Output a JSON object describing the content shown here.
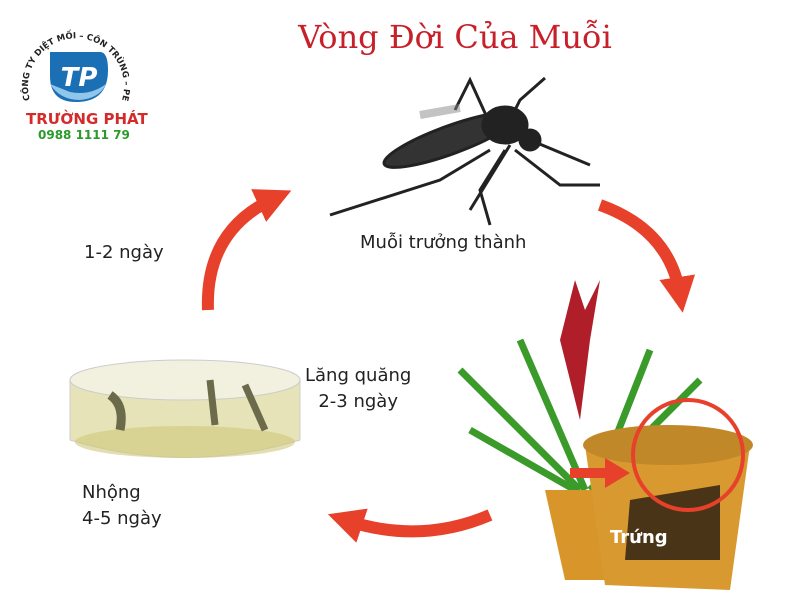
{
  "title": "Vòng Đời Của Muỗi",
  "logo": {
    "arc_text": "CÔNG TY DIỆT MỐI – CÔN TRÙNG – PEST CONTROL",
    "monogram": "TP",
    "company": "TRƯỜNG PHÁT",
    "phone": "0988 1111 79"
  },
  "stages": {
    "adult": "Muỗi trưởng thành",
    "eggs": "Trứng",
    "larva": [
      "Lăng quăng",
      "2-3 ngày"
    ],
    "pupa": [
      "Nhộng",
      "4-5 ngày"
    ],
    "pupa_to_adult": "1-2 ngày"
  },
  "colors": {
    "title": "#c8202a",
    "arrow": "#e8412b",
    "company": "#d42a2a",
    "phone": "#2a9a2a",
    "logo_blue": "#1a6fb5"
  }
}
